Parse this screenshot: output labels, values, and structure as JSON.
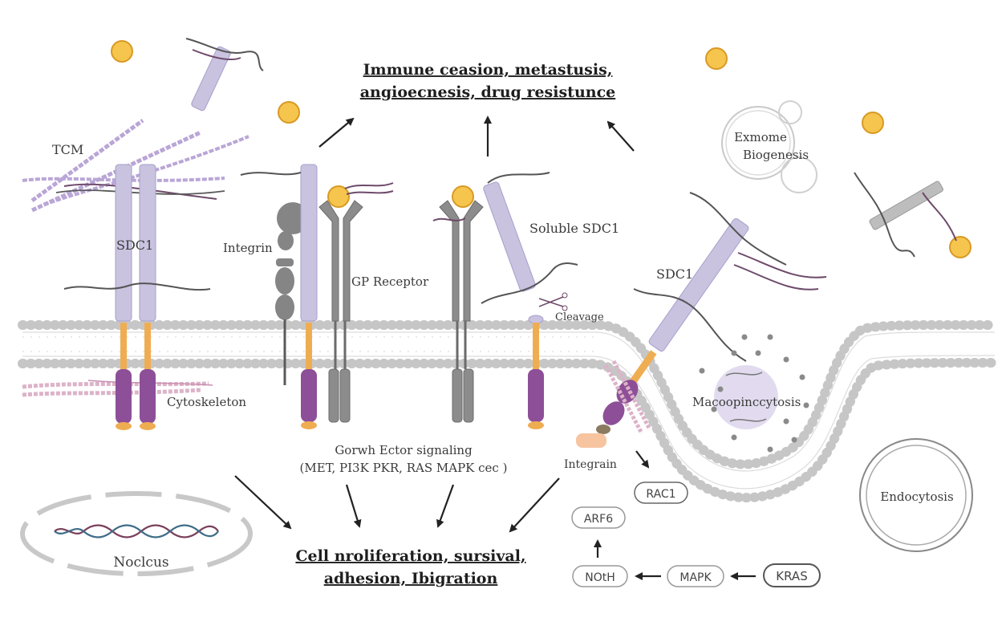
{
  "title_top": {
    "line1": "Immune ceasion, metastusis,",
    "line2": "angioecnesis, drug resistunce"
  },
  "title_bottom": {
    "line1": "Cell nroliferation, sursival,",
    "line2": "adhesion, Ibigration"
  },
  "labels": {
    "tcm": "TCM",
    "sdc1_left": "SDC1",
    "integrin_left": "Integrin",
    "gp_receptor": "GP Receptor",
    "soluble_sdc1": "Soluble SDC1",
    "cleavage": "Cleavage",
    "sdc1_right": "SDC1",
    "exosome": "Exmome",
    "biogenesis": "Biogenesis",
    "cytoskeleton": "Cytoskeleton",
    "macropinocytosis": "Macoopinccytosis",
    "integrain": "Integrain",
    "growth_line1": "Gorwh Ector signaling",
    "growth_line2": "(MET, PI3K PKR, RAS MAPK cec )",
    "nucleus": "Noclcus",
    "endocytosis": "Endocytosis"
  },
  "pathway": {
    "rac1": "RAC1",
    "arf6": "ARF6",
    "noth": "NOtH",
    "mapk": "MAPK",
    "kras": "KRAS"
  },
  "colors": {
    "sdc1_lavender": "#c9c3e0",
    "sdc1_stroke": "#a79fcc",
    "transmembrane_orange": "#efad52",
    "cytoplasmic_purple": "#8d4f97",
    "ligand_yellow": "#f6c54e",
    "ligand_stroke": "#d89a24",
    "receptor_grey": "#8c8c8c",
    "membrane_grey": "#c4c4c4",
    "collagen_pink": "#c98fb0",
    "fiber_dark": "#5a3a55"
  }
}
